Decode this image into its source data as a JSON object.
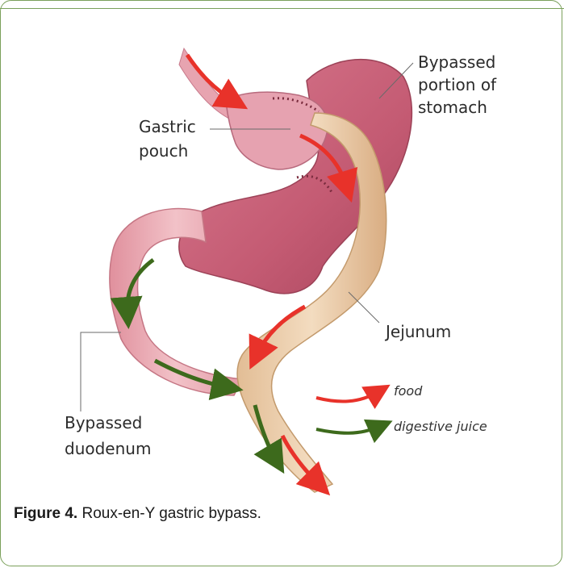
{
  "labels": {
    "bypassed_stomach": [
      "Bypassed",
      "portion of",
      "stomach"
    ],
    "gastric_pouch": [
      "Gastric",
      "pouch"
    ],
    "jejunum": "Jejunum",
    "bypassed_duodenum": [
      "Bypassed",
      "duodenum"
    ]
  },
  "legend": {
    "food": "food",
    "digestive_juice": "digestive juice"
  },
  "caption": {
    "prefix": "Figure 4.",
    "text": " Roux-en-Y gastric bypass."
  },
  "colors": {
    "frame": "#7aa05a",
    "stomach": "#c95f77",
    "jejunum": "#e8c9a4",
    "duodenum": "#e6a3ae",
    "food_arrow": "#e8322a",
    "juice_arrow": "#3d6a1c"
  }
}
